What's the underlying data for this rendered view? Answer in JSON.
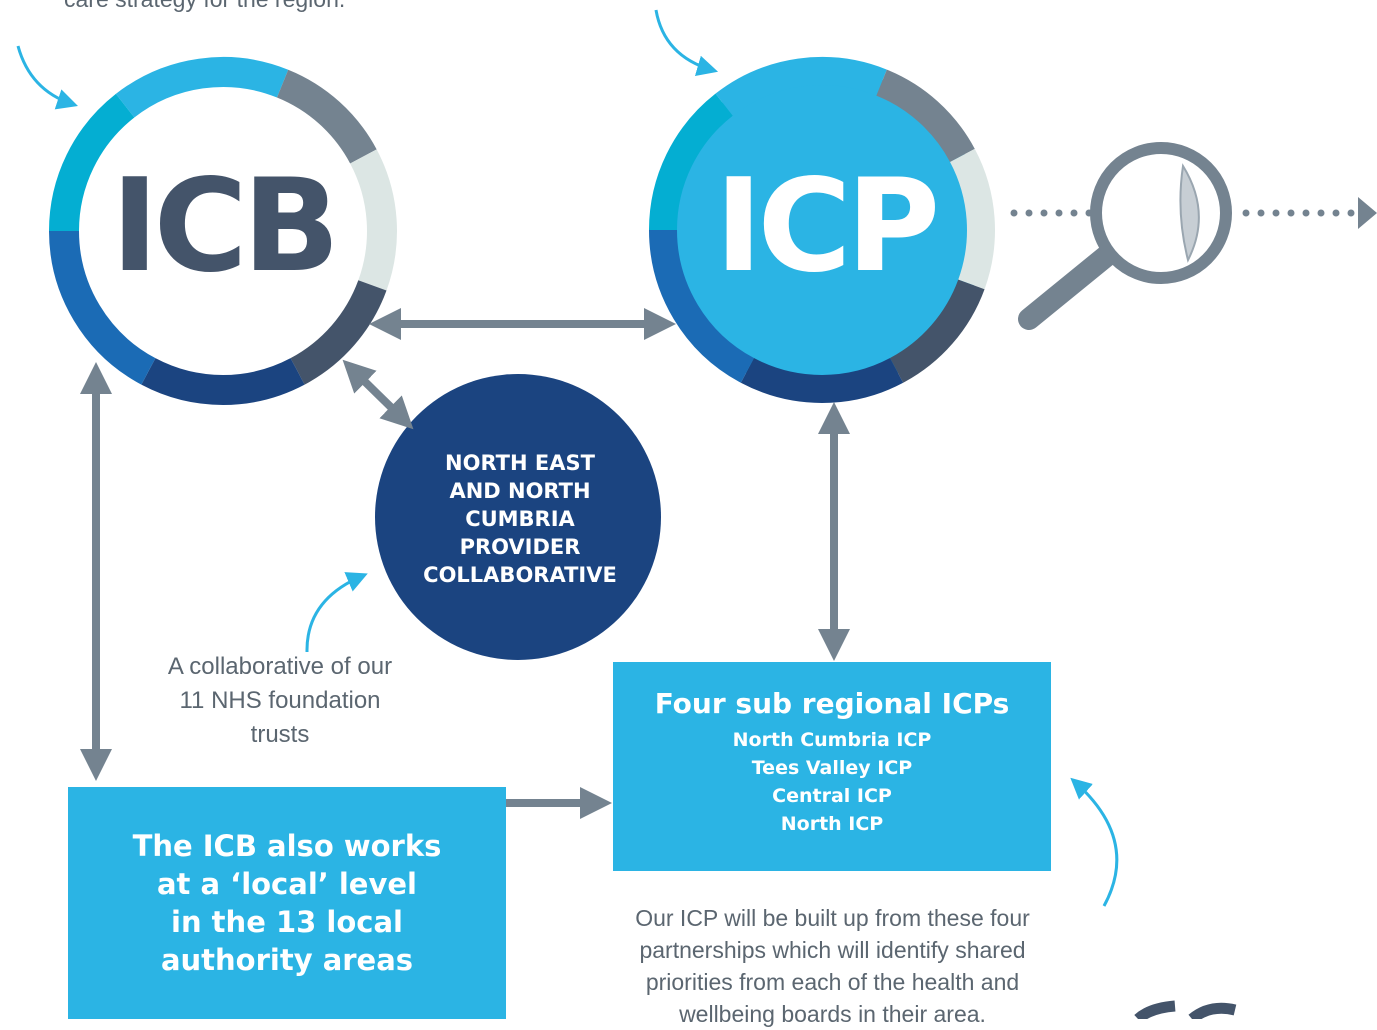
{
  "top_caption": "care strategy for the region.",
  "icb": {
    "label": "ICB"
  },
  "icp": {
    "label": "ICP"
  },
  "provider_collaborative": {
    "lines": [
      "NORTH EAST",
      "AND NORTH",
      "CUMBRIA",
      "PROVIDER",
      "COLLABORATIVE"
    ]
  },
  "provider_note": {
    "lines": [
      "A collaborative of our",
      "11 NHS foundation",
      "trusts"
    ]
  },
  "sub_regional": {
    "title": "Four sub regional ICPs",
    "items": [
      "North Cumbria ICP",
      "Tees Valley ICP",
      "Central ICP",
      "North ICP"
    ]
  },
  "local_level": {
    "lines": [
      "The ICB also works",
      "at a ‘local’ level",
      "in the 13 local",
      "authority areas"
    ]
  },
  "icp_note": {
    "lines": [
      "Our ICP will be built up from these four",
      "partnerships which will identify shared",
      "priorities from each of the health and",
      "wellbeing boards in their area."
    ]
  },
  "colors": {
    "light_blue": "#2bb4e4",
    "dark_navy": "#1b4480",
    "slate": "#44546a",
    "grey_arrow": "#748390",
    "text_grey": "#5b6670"
  },
  "icons": [
    "magnifier-icon",
    "curved-arrow-icon",
    "double-arrow-icon",
    "dotted-arrow-icon"
  ]
}
